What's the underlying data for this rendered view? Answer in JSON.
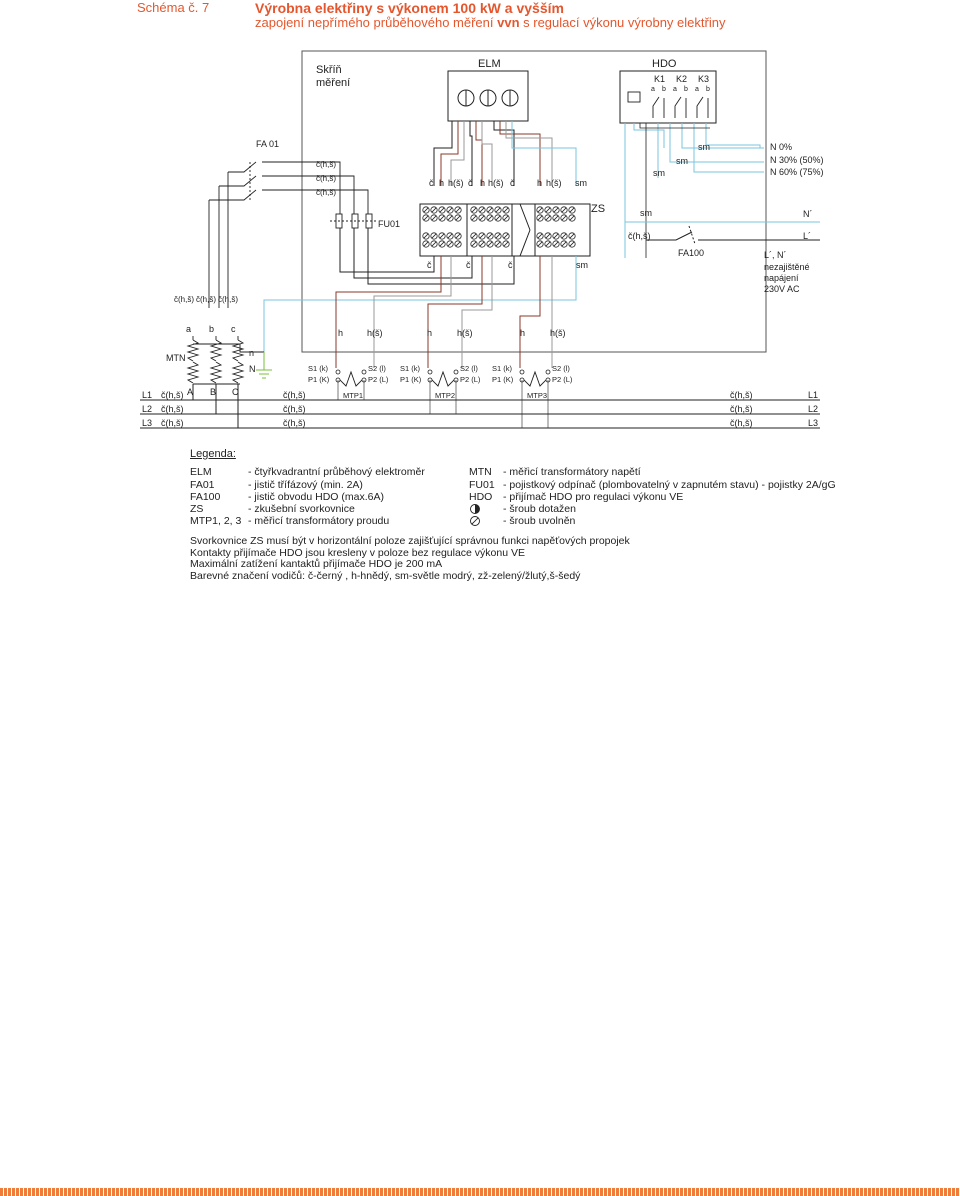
{
  "header": {
    "schema": "Schéma č. 7",
    "title": "Výrobna elektřiny s výkonem 100 kW a vyšším",
    "subtitle_pre": "zapojení nepřímého průběhového měření ",
    "subtitle_bold": "vvn",
    "subtitle_post": " s regulací výkonu výrobny elektřiny"
  },
  "diagram": {
    "skrin": "Skříň",
    "mereni": "měření",
    "elm": "ELM",
    "hdo": "HDO",
    "k1": "K1",
    "k2": "K2",
    "k3": "K3",
    "hdo_contacts": [
      "a",
      "b",
      "a",
      "b",
      "a",
      "b"
    ],
    "fa01": "FA 01",
    "fu01": "FU01",
    "zs": "ZS",
    "fa100": "FA100",
    "chs": "č(h,š)",
    "h": "h",
    "hs": "h(š)",
    "c": "č",
    "sm": "sm",
    "n0": "N 0%",
    "n30": "N 30% (50%)",
    "n60": "N 60% (75%)",
    "nprime": "N´",
    "lprime": "L´",
    "unfused1": "L´, N´",
    "unfused2": "nezajištěné",
    "unfused3": "napájení",
    "unfused4": "230V AC",
    "mtn": "MTN",
    "abc_top": [
      "a",
      "b",
      "c"
    ],
    "abc_bottom": [
      "A",
      "B",
      "C"
    ],
    "n_small": "n",
    "n_big": "N",
    "s1k": "S1 (k)",
    "p1k": "P1 (K)",
    "s2l": "S2 (l)",
    "p2l": "P2 (L)",
    "mtp1": "MTP1",
    "mtp2": "MTP2",
    "mtp3": "MTP3",
    "l1": "L1",
    "l2": "L2",
    "l3": "L3",
    "h_labels": [
      "h",
      "h(š)",
      "h",
      "h(š)",
      "h",
      "h(š)"
    ],
    "top_elm_labels": [
      "č",
      "h",
      "h(š)",
      "č",
      "h",
      "h(š)",
      "č",
      "h",
      "h(š)",
      "sm"
    ],
    "bot_zs_labels": [
      "č",
      "č",
      "č",
      "sm"
    ]
  },
  "legend": {
    "title": "Legenda:",
    "left": [
      {
        "code": "ELM",
        "desc": "- čtyřkvadrantní průběhový elektroměr"
      },
      {
        "code": "FA01",
        "desc": "- jistič třífázový (min. 2A)"
      },
      {
        "code": "FA100",
        "desc": "- jistič obvodu HDO (max.6A)"
      },
      {
        "code": "ZS",
        "desc": "- zkušební svorkovnice"
      },
      {
        "code": "MTP1, 2, 3",
        "desc": "- měřicí transformátory proudu"
      }
    ],
    "right": [
      {
        "code": "MTN",
        "desc": "- měřicí transformátory napětí"
      },
      {
        "code": "FU01",
        "desc": "- pojistkový odpínač (plombovatelný v zapnutém stavu) - pojistky 2A/gG"
      },
      {
        "code": "HDO",
        "desc": "- přijímač HDO pro regulaci výkonu VE"
      },
      {
        "code": "",
        "desc": "- šroub dotažen"
      },
      {
        "code": "",
        "desc": "- šroub uvolněn"
      }
    ]
  },
  "notes": [
    "Svorkovnice ZS musí být v horizontální poloze zajišťující správnou funkci napěťových propojek",
    "Kontakty přijímače HDO jsou kresleny v poloze bez regulace výkonu VE",
    "Maximální zatížení kantaktů přijímače HDO je 200 mA",
    "Barevné značení vodičů: č-černý , h-hnědý, sm-světle modrý, zž-zelený/žlutý,š-šedý"
  ],
  "colors": {
    "accent": "#e4572e",
    "wire_black": "#222222",
    "wire_brown": "#8b3a2a",
    "wire_blue": "#7ac4e0",
    "wire_green": "#7bbf3a",
    "wire_grey": "#999999"
  }
}
